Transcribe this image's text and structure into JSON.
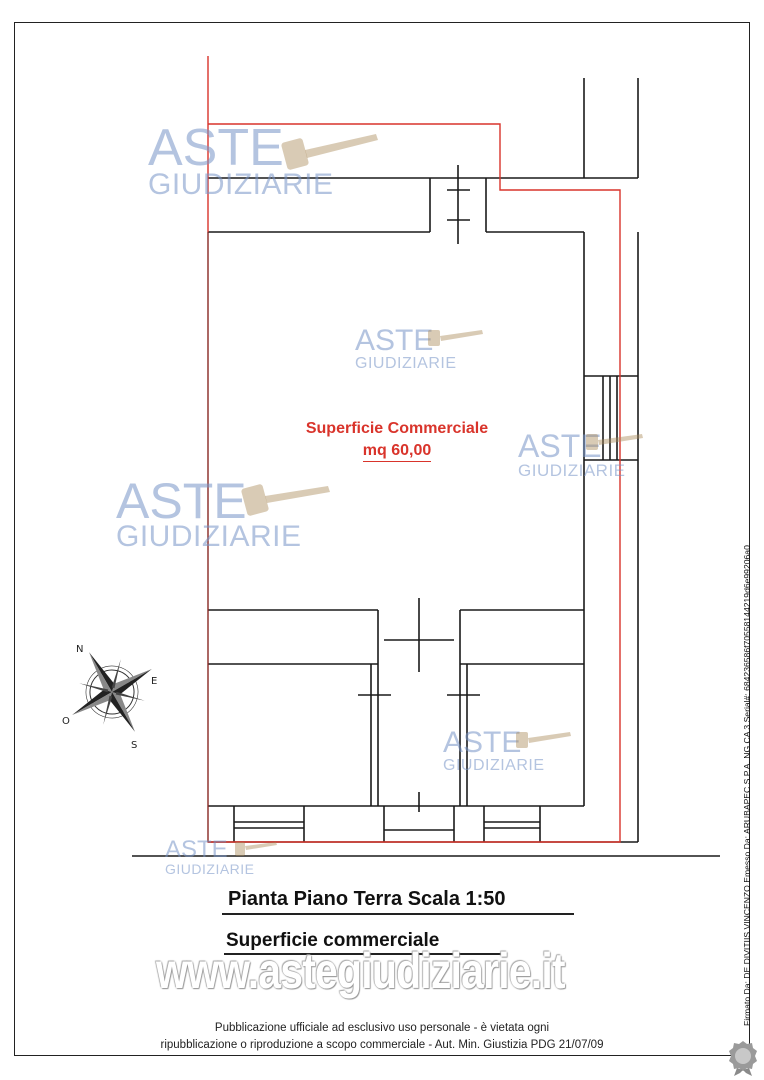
{
  "plan": {
    "area_label_line1": "Superficie Commerciale",
    "area_label_line2": "mq 60,00",
    "title": "Pianta Piano Terra Scala 1:50",
    "subtitle": "Superficie commerciale"
  },
  "watermark": {
    "word1": "ASTE",
    "word2": "GIUDIZIARIE",
    "website": "www.astegiudiziarie.it"
  },
  "notice": {
    "line1": "Pubblicazione ufficiale ad esclusivo uso personale - è vietata ogni",
    "line2": "ripubblicazione o riproduzione a scopo commerciale - Aut. Min. Giustizia PDG 21/07/09"
  },
  "signature": {
    "text": "Firmato Da: DE DIVITIIS VINCENZO Emesso Da: ARUBAPEC S.P.A. NG CA 3 Serial#: 684236586f70558144219d6e99206a0"
  },
  "compass": {
    "n": "N",
    "e": "E",
    "s": "S",
    "o": "O"
  },
  "colors": {
    "boundary": "#d9342b",
    "walls": "#1a1a1a",
    "watermark": "#7694c6"
  }
}
